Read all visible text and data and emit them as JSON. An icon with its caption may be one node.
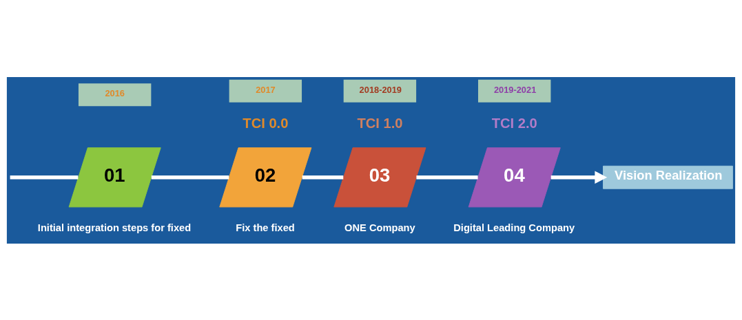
{
  "diagram": {
    "nodes": [
      {
        "text": [
          "01"
        ],
        "beside": [
          "Initial integration steps for fixed"
        ]
      },
      {
        "text": [
          "TCI 0.0",
          "02"
        ],
        "beside": [
          "Fix the fixed"
        ]
      },
      {
        "text": [
          "TCI 1.0",
          "03"
        ],
        "beside": [
          "ONE Company"
        ]
      },
      {
        "text": [
          "TCI 2.0",
          "04"
        ],
        "beside": [
          "Digital Leading Company"
        ]
      },
      {
        "text": [
          "Vision Realization"
        ]
      }
    ],
    "edges": [
      {
        "from": null,
        "to": 0,
        "arrow": "none"
      },
      {
        "from": 0,
        "to": 1,
        "arrow": "none"
      },
      {
        "from": 1,
        "to": 2,
        "arrow": "none"
      },
      {
        "from": 2,
        "to": 3,
        "arrow": "none"
      },
      {
        "from": 3,
        "to": 4,
        "arrow": "to"
      }
    ],
    "labels": [
      "2016",
      "2017",
      "2018-2019",
      "2019-2021"
    ]
  }
}
